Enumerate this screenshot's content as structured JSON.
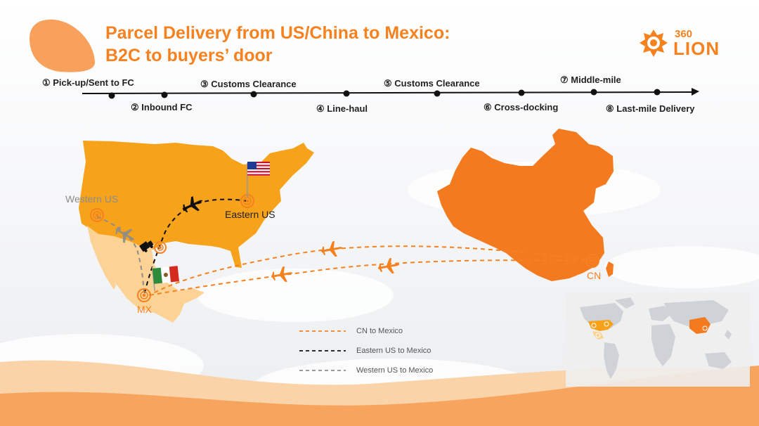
{
  "title": {
    "line1": "Parcel Delivery from US/China to Mexico:",
    "line2": "B2C to buyers’ door"
  },
  "logo": {
    "number": "360",
    "word": "LION",
    "icon": "lion-mane-icon"
  },
  "steps": [
    {
      "label": "① Pick-up/Sent to FC"
    },
    {
      "label": "② Inbound FC"
    },
    {
      "label": "③ Customs Clearance"
    },
    {
      "label": "④ Line-haul"
    },
    {
      "label": "⑤ Customs Clearance"
    },
    {
      "label": "⑥ Cross-docking"
    },
    {
      "label": "⑦ Middle-mile"
    },
    {
      "label": "⑧ Last-mile Delivery"
    }
  ],
  "map": {
    "western_us": "Western US",
    "eastern_us": "Eastern US",
    "mx": "MX",
    "cn": "CN",
    "icons": [
      "airplane-icon",
      "truck-icon",
      "us-flag-icon",
      "mexico-flag-icon",
      "target-marker-icon"
    ]
  },
  "legend": [
    {
      "label": "CN to Mexico",
      "color": "#f5811f"
    },
    {
      "label": "Eastern US to Mexico",
      "color": "#111111"
    },
    {
      "label": "Western US to Mexico",
      "color": "#8c8c8c"
    }
  ],
  "colors": {
    "accent": "#f5811f",
    "us_map": "#f7a21b",
    "china_map": "#f47a20",
    "mexico_map": "#fcd395"
  }
}
